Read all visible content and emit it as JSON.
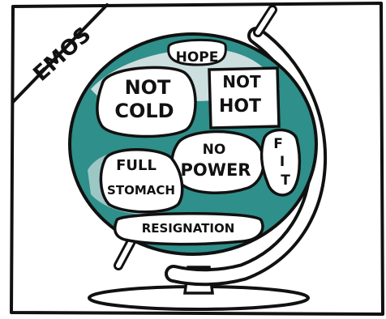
{
  "panel": {
    "corner_label": "EMOS"
  },
  "globe": {
    "ocean_color": "#2f8f8a",
    "land_color": "#e8ecec",
    "bubbles": {
      "hope": "HOPE",
      "not_cold_1": "NOT",
      "not_cold_2": "COLD",
      "not_hot_1": "NOT",
      "not_hot_2": "HOT",
      "no_power_1": "NO",
      "no_power_2": "POWER",
      "fit_1": "F",
      "fit_2": "I",
      "fit_3": "T",
      "full_stomach_1": "FULL",
      "full_stomach_2": "STOMACH",
      "resignation": "RESIGNATION"
    }
  }
}
